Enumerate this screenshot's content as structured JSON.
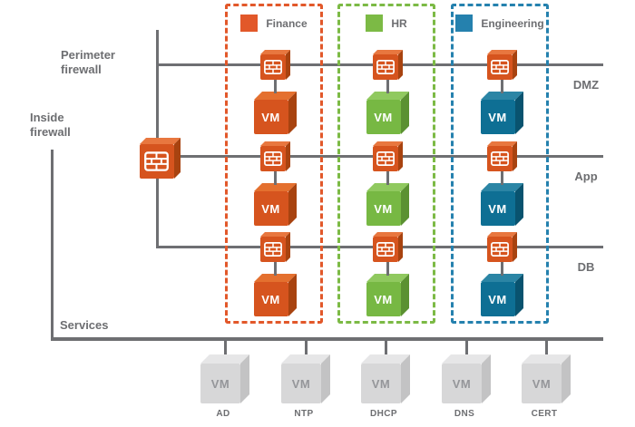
{
  "labels": {
    "perimeter_firewall": "Perimeter firewall",
    "inside_firewall": "Inside firewall",
    "services": "Services"
  },
  "tiers": [
    {
      "label": "DMZ"
    },
    {
      "label": "App"
    },
    {
      "label": "DB"
    }
  ],
  "tenants": [
    {
      "name": "Finance",
      "accent": "#E2582A",
      "cube_front": "#D6541E",
      "cube_top": "#E4702F",
      "cube_right": "#A84310"
    },
    {
      "name": "HR",
      "accent": "#7CBA45",
      "cube_front": "#77B843",
      "cube_top": "#90C95F",
      "cube_right": "#5B9132"
    },
    {
      "name": "Engineering",
      "accent": "#2581AE",
      "cube_front": "#0E6F94",
      "cube_top": "#2B85A5",
      "cube_right": "#09536F"
    }
  ],
  "firewall": {
    "front": "#D6541E",
    "top": "#E8773F",
    "right": "#A84310"
  },
  "services_nodes": [
    {
      "label": "AD"
    },
    {
      "label": "NTP"
    },
    {
      "label": "DHCP"
    },
    {
      "label": "DNS"
    },
    {
      "label": "CERT"
    }
  ],
  "vm_text": "VM",
  "service_cube": {
    "front": "#D7D7D8",
    "top": "#E6E6E7",
    "right": "#C3C3C4",
    "text": "#95969A"
  },
  "line_color": "#6E6F72"
}
